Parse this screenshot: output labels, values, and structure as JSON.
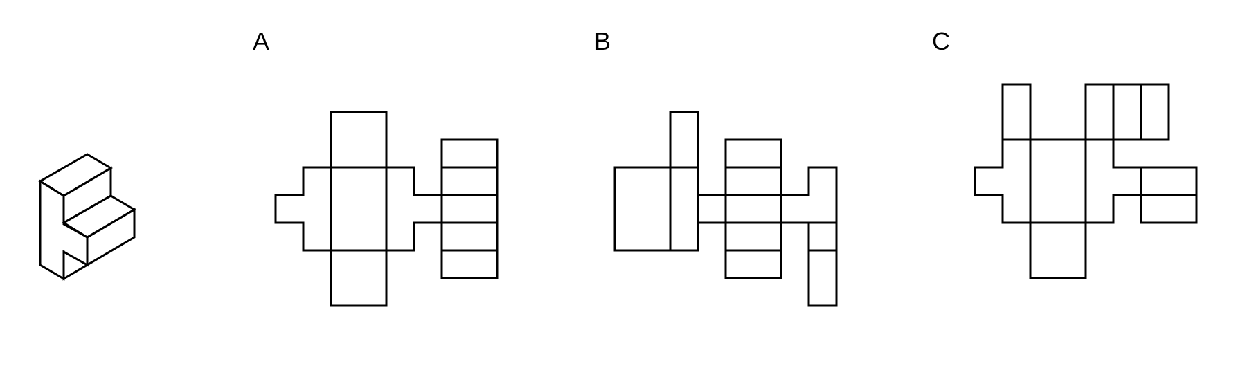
{
  "labels": {
    "option_a": "A",
    "option_b": "B",
    "option_c": "C"
  },
  "colors": {
    "stroke": "#000000",
    "background": "#ffffff"
  }
}
